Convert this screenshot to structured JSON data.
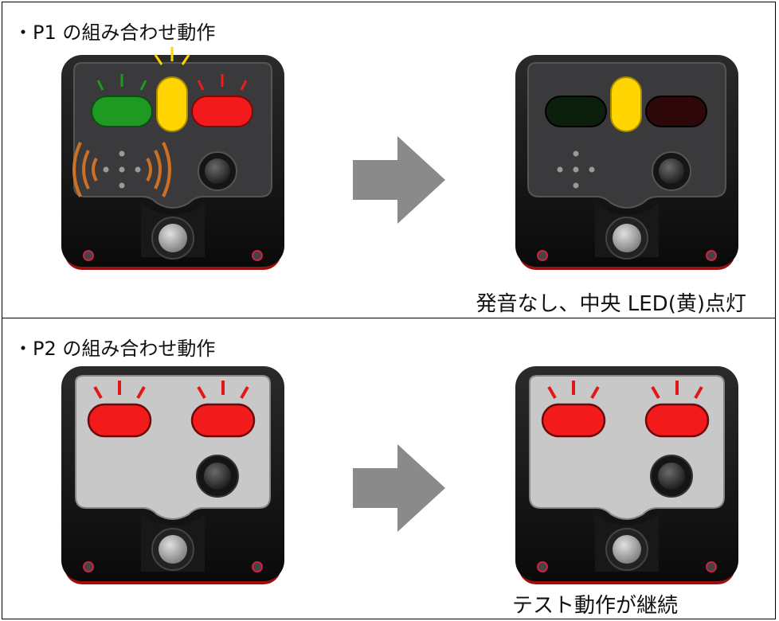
{
  "sections": [
    {
      "heading": "・P1 の組み合わせ動作",
      "caption": "発音なし、中央 LED(黄)点灯",
      "before_state": {
        "panel_color": "#3a3a3c",
        "leds": [
          "green-on",
          "yellow-on",
          "red-on"
        ],
        "buzzer_sound_waves": true
      },
      "after_state": {
        "panel_color": "#3a3a3c",
        "leds": [
          "green-off",
          "yellow-on",
          "red-off"
        ],
        "buzzer_sound_waves": false
      }
    },
    {
      "heading": "・P2 の組み合わせ動作",
      "caption": "テスト動作が継続",
      "before_state": {
        "panel_color": "#c8c8c8",
        "leds": [
          "red-on",
          "red-on"
        ],
        "buzzer_sound_waves": false
      },
      "after_state": {
        "panel_color": "#c8c8c8",
        "leds": [
          "red-on",
          "red-on"
        ],
        "buzzer_sound_waves": false
      }
    }
  ],
  "colors": {
    "led_green_on": "#1e9a22",
    "led_green_off": "#0c1f0c",
    "led_yellow_on": "#ffd400",
    "led_red_on": "#f21a1a",
    "led_red_off": "#2e0808",
    "sound_wave": "#e87a20",
    "arrow": "#8a8a8a"
  }
}
